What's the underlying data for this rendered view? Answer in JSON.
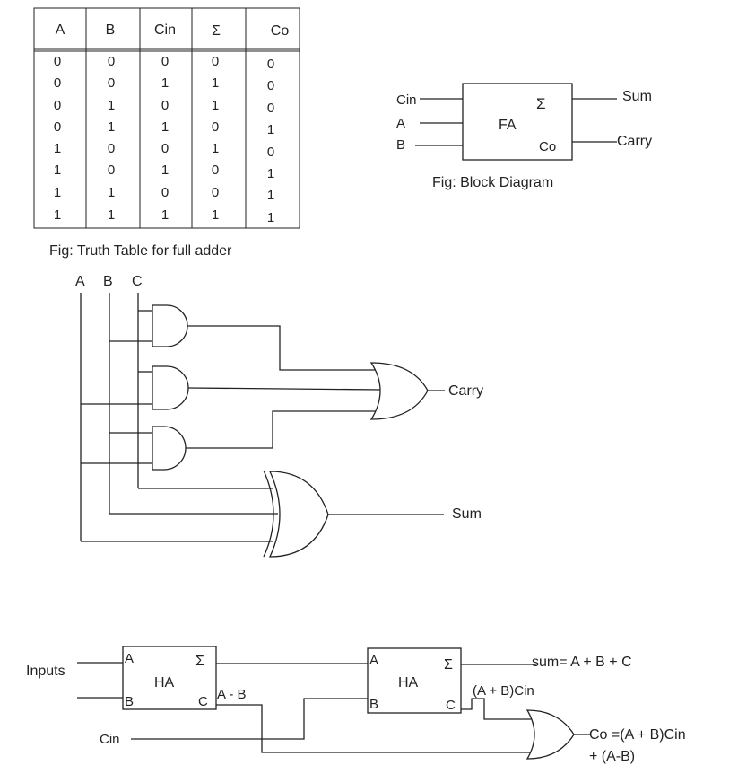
{
  "truth_table": {
    "headers": [
      "A",
      "B",
      "Cin",
      "Σ",
      "Co"
    ],
    "rows": [
      [
        "0",
        "0",
        "0",
        "0",
        "0"
      ],
      [
        "0",
        "0",
        "1",
        "1",
        "0"
      ],
      [
        "0",
        "1",
        "0",
        "1",
        "0"
      ],
      [
        "0",
        "1",
        "1",
        "0",
        "1"
      ],
      [
        "1",
        "0",
        "0",
        "1",
        "0"
      ],
      [
        "1",
        "0",
        "1",
        "0",
        "1"
      ],
      [
        "1",
        "1",
        "0",
        "0",
        "1"
      ],
      [
        "1",
        "1",
        "1",
        "1",
        "1"
      ]
    ],
    "caption": "Fig: Truth Table for full adder"
  },
  "block_diagram": {
    "inputs": [
      "Cin",
      "A",
      "B"
    ],
    "box_label": "FA",
    "sum_symbol": "Σ",
    "carry_symbol": "Co",
    "out_sum": "Sum",
    "out_carry": "Carry",
    "caption": "Fig: Block Diagram"
  },
  "gate_circuit": {
    "inputs": [
      "A",
      "B",
      "C"
    ],
    "carry_label": "Carry",
    "sum_label": "Sum"
  },
  "half_adder_circuit": {
    "inputs_label": "Inputs",
    "cin_label": "Cin",
    "ha1": {
      "label": "HA",
      "a": "A",
      "b": "B",
      "sigma": "Σ",
      "c": "C"
    },
    "ha2": {
      "label": "HA",
      "a": "A",
      "b": "B",
      "sigma": "Σ",
      "c": "C"
    },
    "mid_label": "A - B",
    "carry_mid_label": "(A + B)Cin",
    "sum_eq": "sum= A + B + C",
    "co_eq_line1": "Co =(A + B)Cin",
    "co_eq_line2": "+ (A-B)"
  }
}
